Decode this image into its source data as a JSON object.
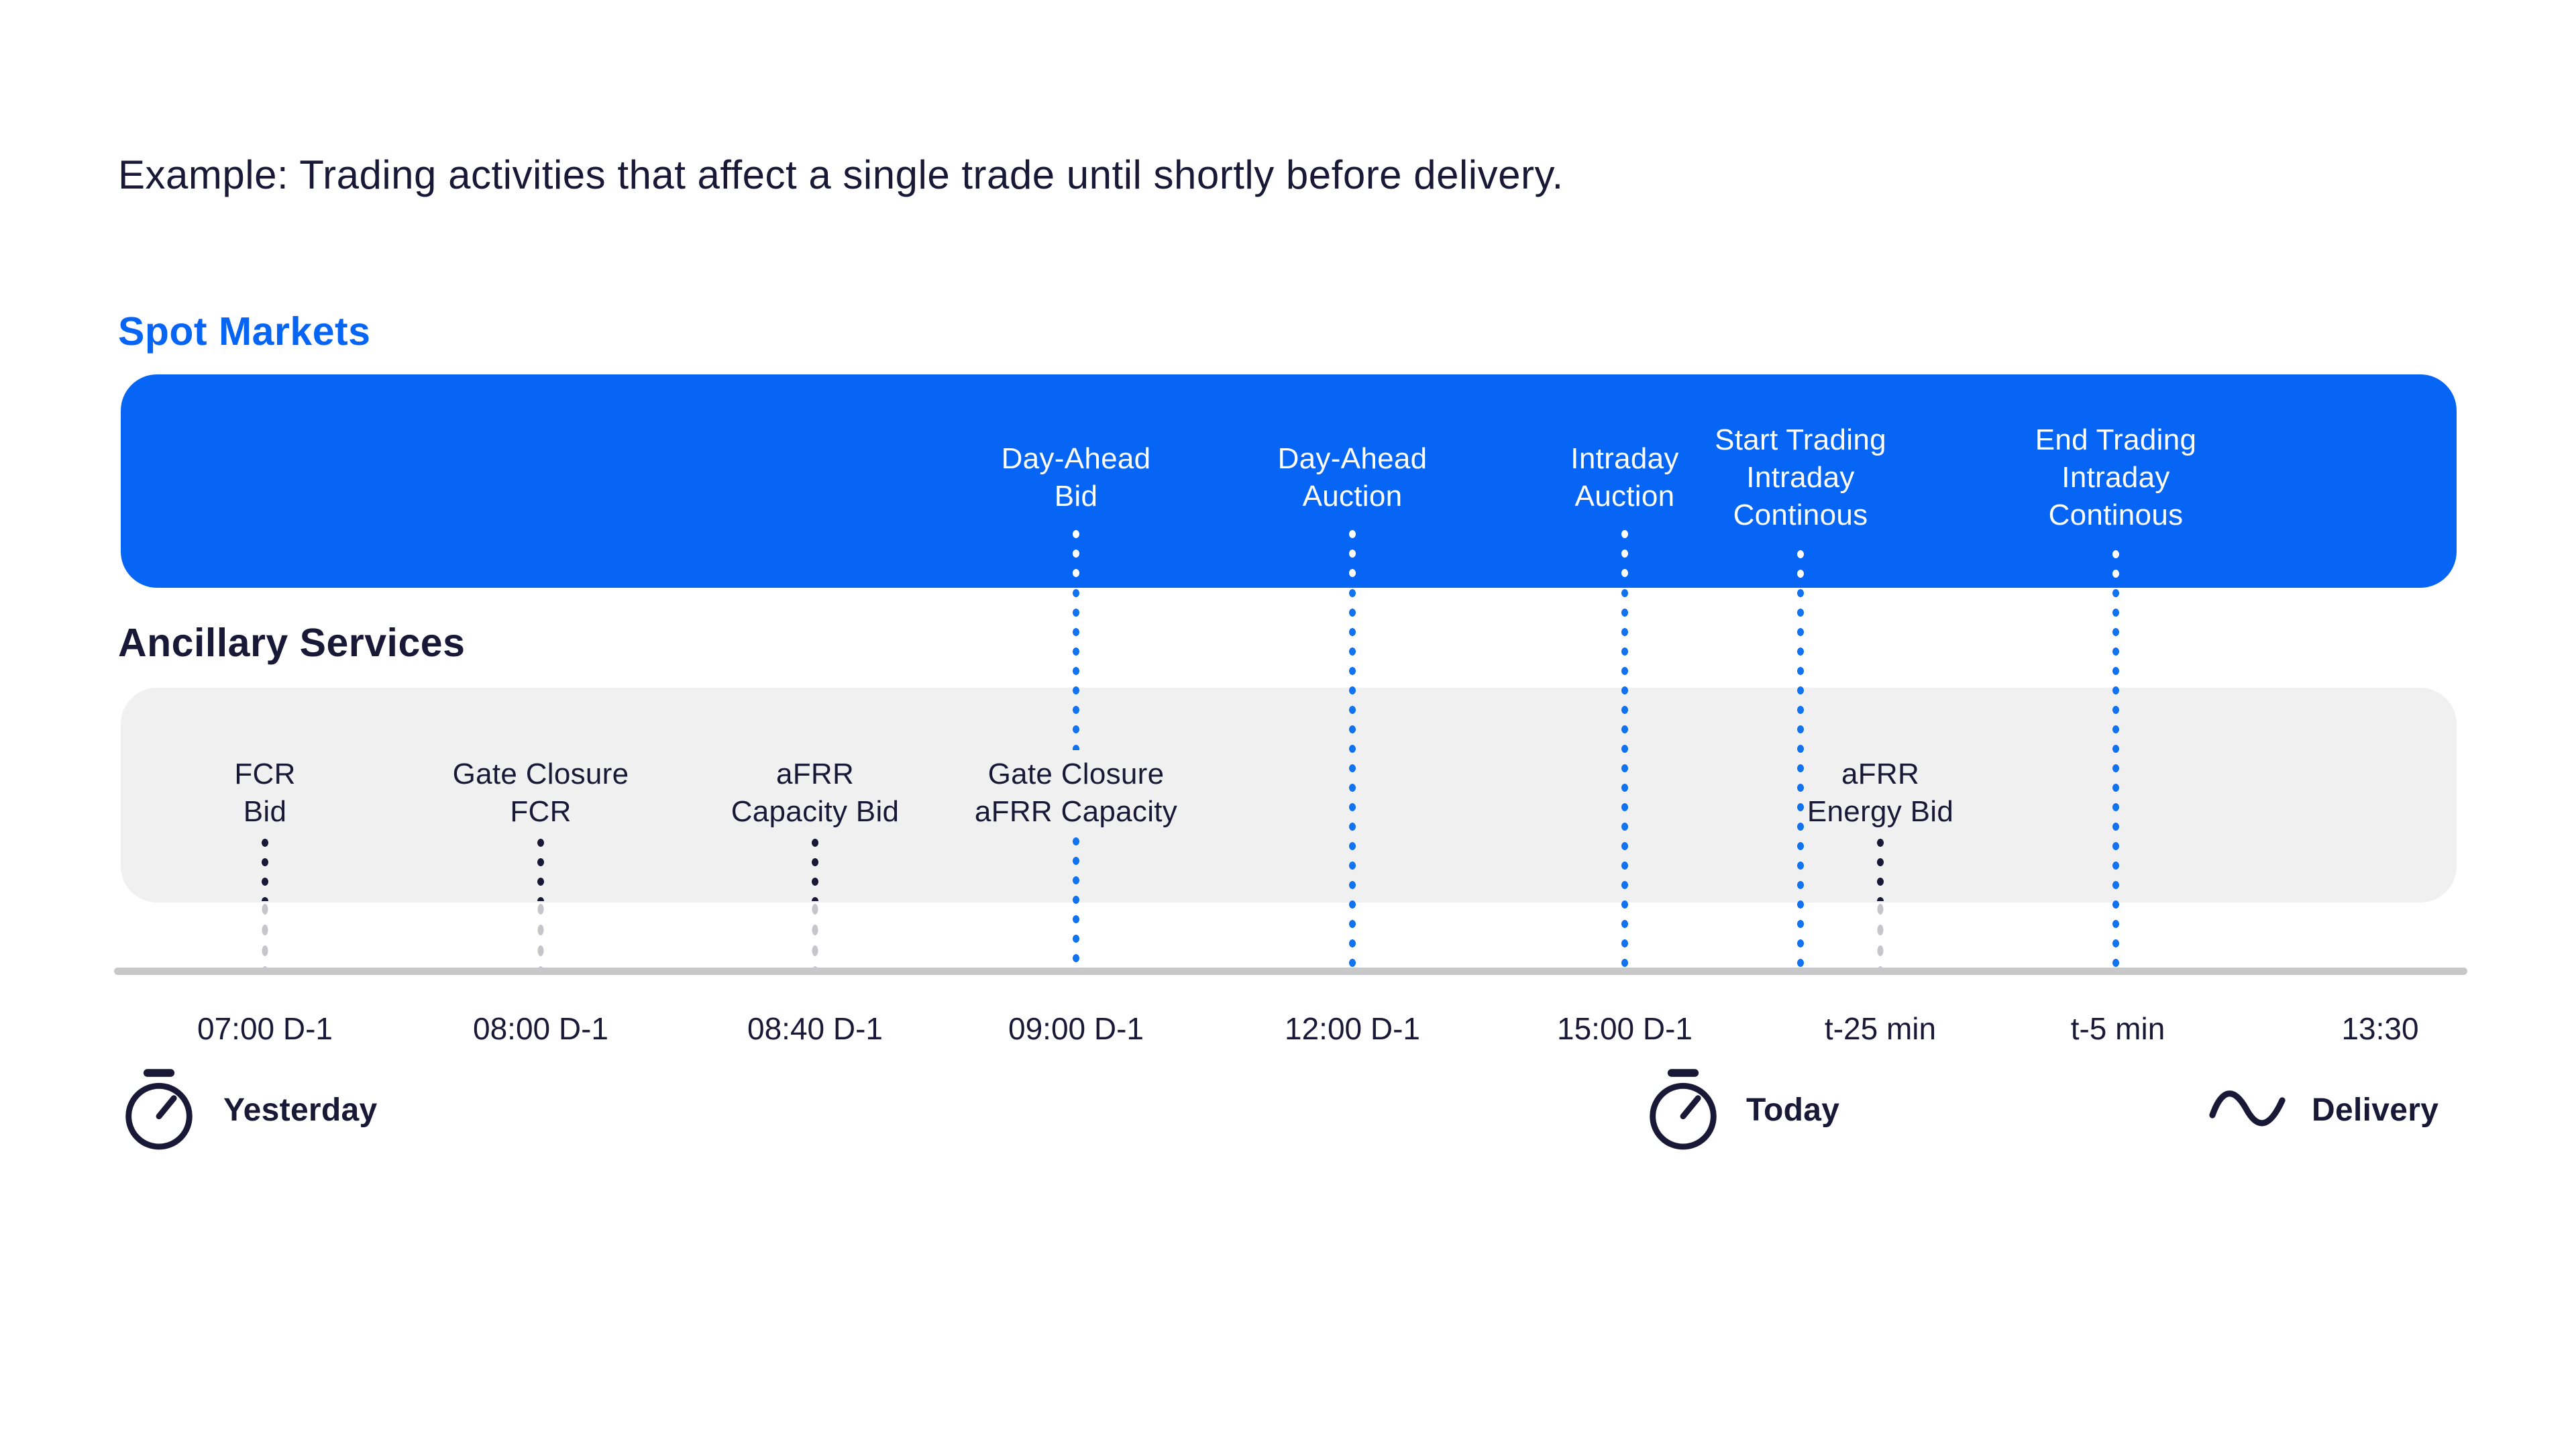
{
  "title": "Example: Trading activities that affect a single trade until shortly before delivery.",
  "spot_markets": {
    "heading": "Spot Markets",
    "events": [
      {
        "label": "Day-Ahead\nBid",
        "tick": "09:00 D-1"
      },
      {
        "label": "Day-Ahead\nAuction",
        "tick": "12:00 D-1"
      },
      {
        "label": "Intraday\nAuction",
        "tick": "15:00 D-1"
      },
      {
        "label": "Start Trading\nIntraday\nContinous",
        "tick": ""
      },
      {
        "label": "End Trading\nIntraday\nContinous",
        "tick": "t-5 min"
      }
    ]
  },
  "ancillary_services": {
    "heading": "Ancillary Services",
    "events": [
      {
        "label": "FCR\nBid",
        "tick": "07:00 D-1"
      },
      {
        "label": "Gate Closure\nFCR",
        "tick": "08:00 D-1"
      },
      {
        "label": "aFRR\nCapacity Bid",
        "tick": "08:40 D-1"
      },
      {
        "label": "Gate Closure\naFRR Capacity",
        "tick": "09:00 D-1"
      },
      {
        "label": "aFRR\nEnergy Bid",
        "tick": "t-25 min"
      }
    ]
  },
  "timeline": {
    "ticks": [
      "07:00 D-1",
      "08:00 D-1",
      "08:40 D-1",
      "09:00 D-1",
      "12:00 D-1",
      "15:00 D-1",
      "t-25 min",
      "t-5 min",
      "13:30"
    ]
  },
  "legend": {
    "yesterday": {
      "icon": "stopwatch-icon",
      "label": "Yesterday"
    },
    "today": {
      "icon": "stopwatch-icon",
      "label": "Today"
    },
    "delivery": {
      "icon": "wave-icon",
      "label": "Delivery"
    }
  },
  "colors": {
    "accent_blue": "#0765f6",
    "dark_navy": "#191937",
    "band_gray": "#f0f0f1",
    "timeline_gray": "#c8c8cb",
    "white": "#ffffff"
  }
}
